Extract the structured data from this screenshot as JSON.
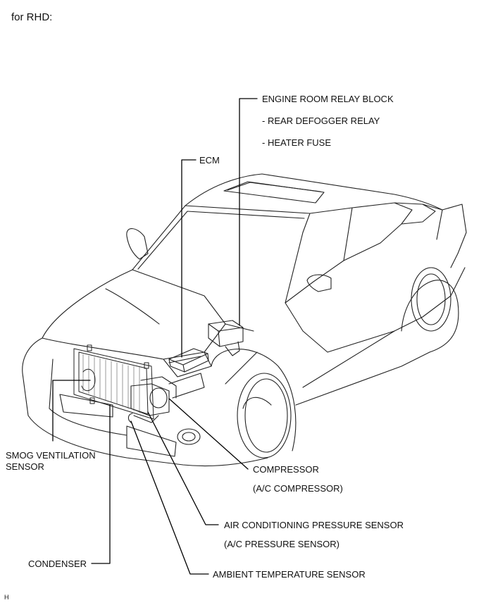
{
  "heading": "for RHD:",
  "labels": {
    "engine_room_relay_block": "ENGINE ROOM RELAY BLOCK",
    "rear_defogger_relay": "- REAR DEFOGGER RELAY",
    "heater_fuse": "- HEATER FUSE",
    "ecm": "ECM",
    "smog_ventilation_sensor": "SMOG VENTILATION SENSOR",
    "compressor": "COMPRESSOR",
    "compressor_sub": "(A/C COMPRESSOR)",
    "air_conditioning_pressure_sensor": "AIR CONDITIONING PRESSURE SENSOR",
    "air_conditioning_pressure_sensor_sub": "(A/C PRESSURE SENSOR)",
    "condenser": "CONDENSER",
    "ambient_temperature_sensor": "AMBIENT TEMPERATURE SENSOR"
  },
  "figure_code": "H"
}
